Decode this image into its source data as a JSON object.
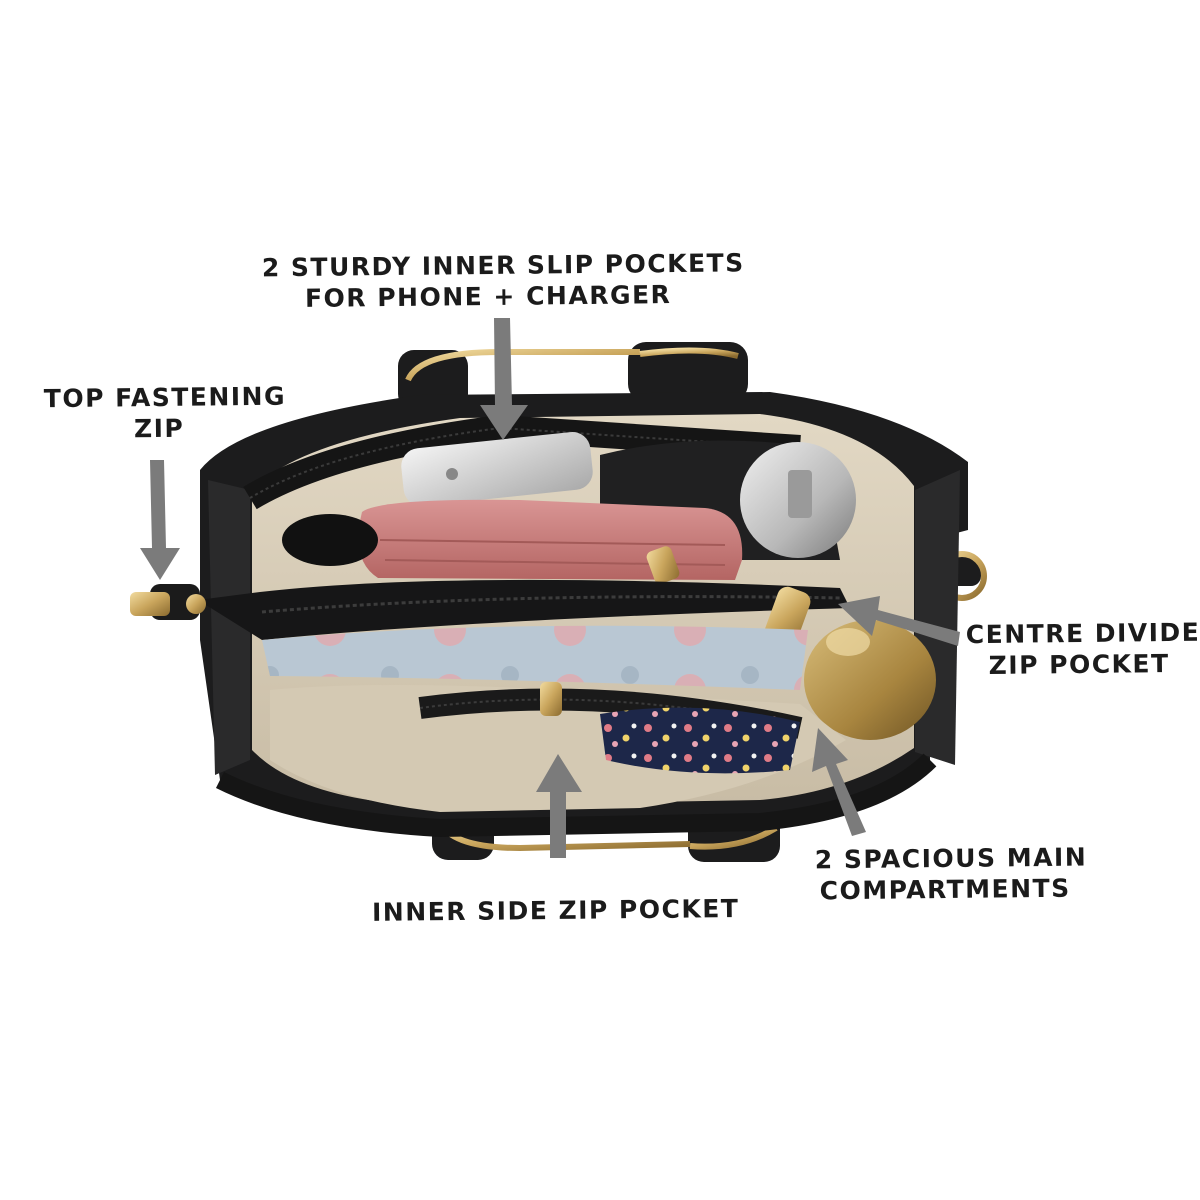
{
  "callouts": {
    "slip_pockets": {
      "line1": "2 STURDY INNER SLIP POCKETS",
      "line2": "FOR PHONE + CHARGER"
    },
    "top_zip": {
      "line1": "TOP FASTENING",
      "line2": "ZIP"
    },
    "centre_divider": {
      "line1": "CENTRE DIVIDER",
      "line2": "ZIP POCKET"
    },
    "main_compartments": {
      "line1": "2 SPACIOUS MAIN",
      "line2": "COMPARTMENTS"
    },
    "inner_side_zip": {
      "line1": "INNER SIDE ZIP POCKET"
    }
  },
  "colors": {
    "background": "#ffffff",
    "bag_leather": "#1c1c1d",
    "lining": "#d8cdb8",
    "pouch_pink": "#c77a78",
    "arrow": "#7b7b7b",
    "hardware_gold": "#c9a55c",
    "label_text": "#1b1b1b"
  }
}
